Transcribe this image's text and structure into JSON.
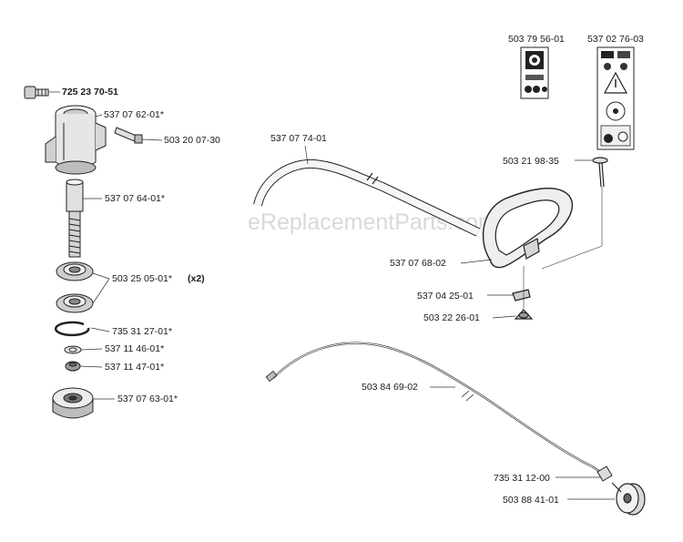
{
  "watermark": "eReplacementParts.com",
  "parts": {
    "p725_23_70_51": "725 23 70-51",
    "p537_07_62_01": "537 07 62-01*",
    "p503_20_07_30": "503 20 07-30",
    "p537_07_64_01": "537 07 64-01*",
    "p503_25_05_01": "503 25 05-01*",
    "p503_25_05_01_qty": "(x2)",
    "p735_31_27_01": "735 31 27-01*",
    "p537_11_46_01": "537 11 46-01*",
    "p537_11_47_01": "537 11 47-01*",
    "p537_07_63_01": "537 07 63-01*",
    "p537_07_74_01": "537 07 74-01",
    "p503_79_56_01": "503 79 56-01",
    "p537_02_76_03": "537 02 76-03",
    "p503_21_98_35": "503 21 98-35",
    "p537_07_68_02": "537 07 68-02",
    "p537_04_25_01": "537 04 25-01",
    "p503_22_26_01": "503 22 26-01",
    "p503_84_69_02": "503 84 69-02",
    "p735_31_12_00": "735 31 12-00",
    "p503_88_41_01": "503 88 41-01"
  }
}
